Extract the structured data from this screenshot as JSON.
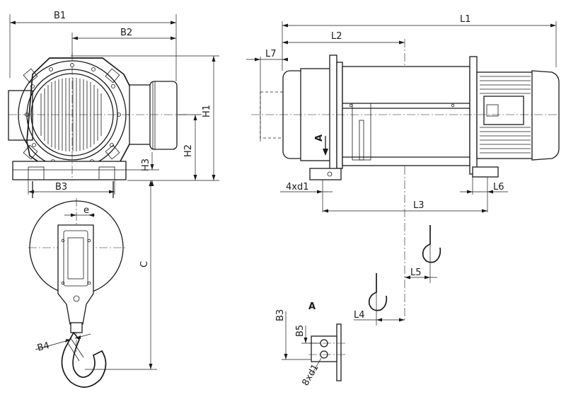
{
  "dimensions": {
    "B1": "B1",
    "B2": "B2",
    "B3": "B3",
    "B4": "B4",
    "B5": "B5",
    "H1": "H1",
    "H2": "H2",
    "H3": "H3",
    "C": "C",
    "e": "e",
    "L1": "L1",
    "L2": "L2",
    "L3": "L3",
    "L4": "L4",
    "L5": "L5",
    "L6": "L6",
    "L7": "L7",
    "d1_4": "4xd1",
    "d1_8": "8xd1"
  },
  "views": {
    "detail_a": "A",
    "arrow_a": "A"
  }
}
